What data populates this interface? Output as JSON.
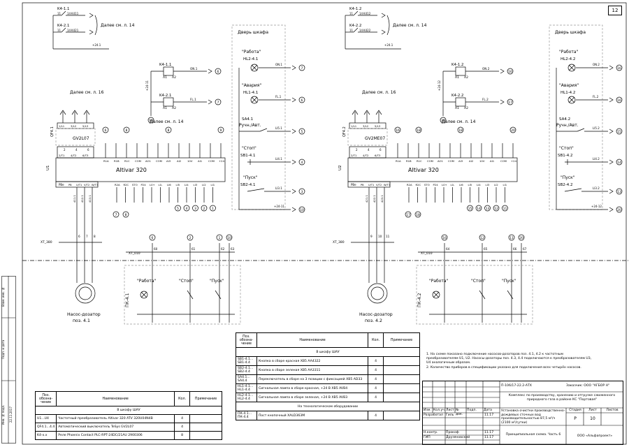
{
  "sheet": "12",
  "left": {
    "relays_top": [
      {
        "name": "K4-1.1",
        "pins": [
          "11",
          "14"
        ],
        "wire": "K411"
      },
      {
        "name": "K4-2.1",
        "pins": [
          "11",
          "14"
        ],
        "wire": "K421"
      }
    ],
    "top_bus_wire": "+24.1",
    "see_sheet": "Далее см. л. 14",
    "relay_coil_1": {
      "name": "K4-1.1",
      "a1": "A1",
      "a2": "A2",
      "wire": "ON.1",
      "ref": "6"
    },
    "relay_coil_2": {
      "name": "K4-2.1",
      "a1": "A1",
      "a2": "A2",
      "wire": "FL.1",
      "ref": "7"
    },
    "coil_supply_wire": "+24-11",
    "coil_return_ref": "10",
    "see_sheet_16": "Далее см. л. 16",
    "see_sheet_14": "Далее см. л. 14",
    "breaker": "QF4.1",
    "breaker_model": "GV2L07",
    "breaker_terms_top": [
      "1/L1",
      "3/L2",
      "5/L3"
    ],
    "breaker_terms_bottom": [
      "2/T1",
      "4/T2",
      "6/T3"
    ],
    "breaker_nums": [
      "2",
      "4",
      "6"
    ],
    "drive_label": "U1",
    "drive_model": "Altivar 320",
    "drive_top_terms": [
      "R1A",
      "R1B",
      "R1C",
      "COM",
      "AO1",
      "COM",
      "AI3",
      "AI2",
      "10V",
      "AI1",
      "COM",
      "+24"
    ],
    "drive_bottom_terms_left": [
      "PB",
      "U/T1",
      "V/T2",
      "W/T3"
    ],
    "pbe": "PBe",
    "drive_bottom_terms_right": [
      "R2A",
      "R2C",
      "STO",
      "P24",
      "L0+",
      "L0-",
      "LI6",
      "LI5",
      "LI4",
      "LI3",
      "LI2",
      "LI1"
    ],
    "top_refs": [
      "6",
      "8",
      "8",
      "9"
    ],
    "bottom_refs": [
      "5",
      "4",
      "3",
      "2",
      "1"
    ],
    "fl_refs": [
      "7",
      "8"
    ],
    "motor_wires": [
      "411.1",
      "412.1",
      "413.1"
    ],
    "xt380": "XT_380",
    "xt380_nums": [
      "6",
      "7",
      "8"
    ],
    "xt010": "XT_010",
    "xt010_nums": [
      "60",
      "61",
      "62",
      "63"
    ],
    "xt010_refs": [
      "6",
      "2",
      "1",
      "10"
    ],
    "pump": [
      "Насос-дозатор",
      "поз. 4.1"
    ],
    "local_panel": "ПК-4.1",
    "local_run": "\"Работа\"",
    "local_stop": "\"Стоп\"",
    "local_start": "\"Пуск\""
  },
  "right": {
    "relays_top": [
      {
        "name": "K4-1.2",
        "pins": [
          "11",
          "14"
        ],
        "wire": "K412"
      },
      {
        "name": "K4-2.2",
        "pins": [
          "11",
          "14"
        ],
        "wire": "K422"
      }
    ],
    "top_bus_wire": "+24.1",
    "see_sheet": "Далее см. л. 14",
    "relay_coil_1": {
      "name": "K4-1.2",
      "a1": "A1",
      "a2": "A2",
      "wire": "ON.2",
      "ref": "16"
    },
    "relay_coil_2": {
      "name": "K4-2.2",
      "a1": "A1",
      "a2": "A2",
      "wire": "FL.2",
      "ref": "17"
    },
    "coil_supply_wire": "+24-12",
    "coil_return_ref": "20",
    "see_sheet_16": "Далее см. л. 16",
    "see_sheet_14": "Далее см. л. 14",
    "breaker": "QF4.2",
    "breaker_model": "GV2ME07",
    "breaker_terms_top": [
      "1/L1",
      "3/L2",
      "5/L3"
    ],
    "breaker_terms_bottom": [
      "2/T1",
      "4/T2",
      "6/T3"
    ],
    "breaker_nums": [
      "2",
      "4",
      "6"
    ],
    "drive_label": "U2",
    "drive_model": "Altivar 320",
    "drive_top_terms": [
      "R1A",
      "R1B",
      "R1C",
      "COM",
      "AO1",
      "COM",
      "AI3",
      "AI2",
      "10V",
      "AI1",
      "COM",
      "+24"
    ],
    "drive_bottom_terms_left": [
      "PB",
      "U/T1",
      "V/T2",
      "W/T3"
    ],
    "pbe": "PBe",
    "drive_bottom_terms_right": [
      "R2A",
      "R2C",
      "STO",
      "P24",
      "L0+",
      "L0-",
      "LI6",
      "LI5",
      "LI4",
      "LI3",
      "LI2",
      "LI1"
    ],
    "top_refs": [
      "16",
      "18",
      "18",
      "20"
    ],
    "bottom_refs": [
      "15",
      "14",
      "13",
      "12",
      "11"
    ],
    "fl_refs": [
      "17",
      "18"
    ],
    "motor_wires": [
      "421.1",
      "422.1",
      "423.1"
    ],
    "xt380": "XT_380",
    "xt380_nums": [
      "9",
      "10",
      "11"
    ],
    "xt010": "XT_010",
    "xt010_nums": [
      "64",
      "65",
      "66",
      "67"
    ],
    "xt010_refs": [
      "16",
      "12",
      "11",
      "20"
    ],
    "pump": [
      "Насос-дозатор",
      "поз. 4.2"
    ],
    "local_panel": "ПК-4.2",
    "local_run": "\"Работа\"",
    "local_stop": "\"Стоп\"",
    "local_start": "\"Пуск\""
  },
  "door_left": {
    "title": "Дверь шкафа",
    "lamp_run": "\"Работа\"",
    "lamp_run_tag": "HL2-4.1",
    "lamp_run_wire": "ON.1",
    "lamp_run_ref": "7",
    "lamp_fault": "\"Авария\"",
    "lamp_fault_tag": "HL1-4.1",
    "lamp_fault_wire": "FL.1",
    "lamp_fault_ref": "6",
    "selector": "SA4.1",
    "selector_name": "Ручн./Авт.",
    "selector_wire": "LI5.1",
    "selector_ref": "5",
    "stop_name": "\"Стоп\"",
    "stop_tag": "SB1-4.1",
    "stop_wire": "LI4.1",
    "stop_ref": "4",
    "start_name": "\"Пуск\"",
    "start_tag": "SB2-4.1",
    "start_wire": "LI3.1",
    "start_ref": "3",
    "bus_wire": "+24-11",
    "bus_ref": "10"
  },
  "door_right": {
    "title": "Дверь шкафа",
    "lamp_run": "\"Работа\"",
    "lamp_run_tag": "HL2-4.2",
    "lamp_run_wire": "ON.2",
    "lamp_run_ref": "16",
    "lamp_fault": "\"Авария\"",
    "lamp_fault_tag": "HL1-4.2",
    "lamp_fault_wire": "FL.2",
    "lamp_fault_ref": "16",
    "selector": "SA4.2",
    "selector_name": "Ручн./Авт.",
    "selector_wire": "LI5.2",
    "selector_ref": "15",
    "stop_name": "\"Стоп\"",
    "stop_tag": "SB1-4.2",
    "stop_wire": "LI4.2",
    "stop_ref": "14",
    "start_name": "\"Пуск\"",
    "start_tag": "SB2-4.2",
    "start_wire": "LI3.2",
    "start_ref": "13",
    "bus_wire": "+24-12",
    "bus_ref": "20"
  },
  "table_left": {
    "headers": [
      "Поз. обозна- чение",
      "Наименование",
      "Кол.",
      "Примечание"
    ],
    "section": "В шкафу ШАУ",
    "rows": [
      [
        "U1...U4",
        "Частотный преобразователь Altivar 320 ATV 320U04N4B",
        "4",
        ""
      ],
      [
        "QF4.1...4.4",
        "Автоматический выключатель TeSys GV2L07",
        "4",
        ""
      ],
      [
        "K4-x.x",
        "Реле Phoenix Contact PLC-RPT-24DC/21AU 2900306",
        "8",
        ""
      ]
    ]
  },
  "table_mid": {
    "headers": [
      "Поз. обозна- чение",
      "Наименование",
      "Кол.",
      "Примечание"
    ],
    "section": "В шкафу ШАУ",
    "rows": [
      [
        "SB1-4.1... SB1-4.4",
        "Кнопка в сборе красная XB5 AA4322",
        "4",
        ""
      ],
      [
        "SB2-4.1... SB2-4.4",
        "Кнопка в сборе зеленая XB5 AA3311",
        "4",
        ""
      ],
      [
        "SA4.1... SA4.4",
        "Переключатель в сборе на 3 позиции с фиксацией XB5 AD33",
        "4",
        ""
      ],
      [
        "HL1-4.1... HL1-4.4",
        "Сигнальная лампа в сборе красная, +24 В XB5 AVB4",
        "4",
        ""
      ],
      [
        "HL2-4.1... HL2-4.4",
        "Сигнальная лампа в сборе зеленая, +24 В XB5 AVB3",
        "4",
        ""
      ]
    ],
    "section2": "На технологическом оборудовании",
    "rows2": [
      [
        "ПК-4.1... ПК-4.4",
        "Пост кнопочный XALD363M",
        "4",
        ""
      ]
    ]
  },
  "notes": [
    "1. На схеме показано подключение насосов-дозаторов поз. 4.1, 4.2 к частотным",
    "преобразователям U1, U2. Насосы-дозаторы поз. 4.3, 4.4 подключаются к преобразователям U3,",
    "U4 аналогичным образом.",
    "2. Количество приборов в спецификации указано для подключения всех четырёх насосов."
  ],
  "title_block": {
    "doc": "П-106/17-22.2-АТХ",
    "customer": "Заказчик: ООО \"АГБОР Н\"",
    "title": "Комплекс по производству, хранению и отгрузке сжиженного природного газа в районе КС \"Портовая\"",
    "subtitle": "Установка очистки производственно-дождевых сточных вод производительностью 87,5 м³/ч (2100 м³/сутки)",
    "sheet_title": "Принципиальная схема. Часть 6",
    "company": "ООО «Альфапроект»",
    "stage_hdr": "Стадия",
    "sheet_hdr": "Лист",
    "sheets_hdr": "Листов",
    "stage": "Р",
    "sheet": "10",
    "sheets": "",
    "cols": [
      "Изм.",
      "Кол.уч.",
      "Лист",
      "№ док.",
      "Подп.",
      "Дата"
    ],
    "roles": [
      "Разработал",
      "Н.контр.",
      "ГИП"
    ],
    "names": [
      "Гиль",
      "Прокоф",
      "Друзяновский"
    ],
    "dates": [
      "11.17",
      "11.17",
      "11.17"
    ]
  },
  "side_labels": [
    "Инв. № подл.",
    "Подп. и дата",
    "Взам. инв. №"
  ],
  "side_date": "22.11.2017 "
}
